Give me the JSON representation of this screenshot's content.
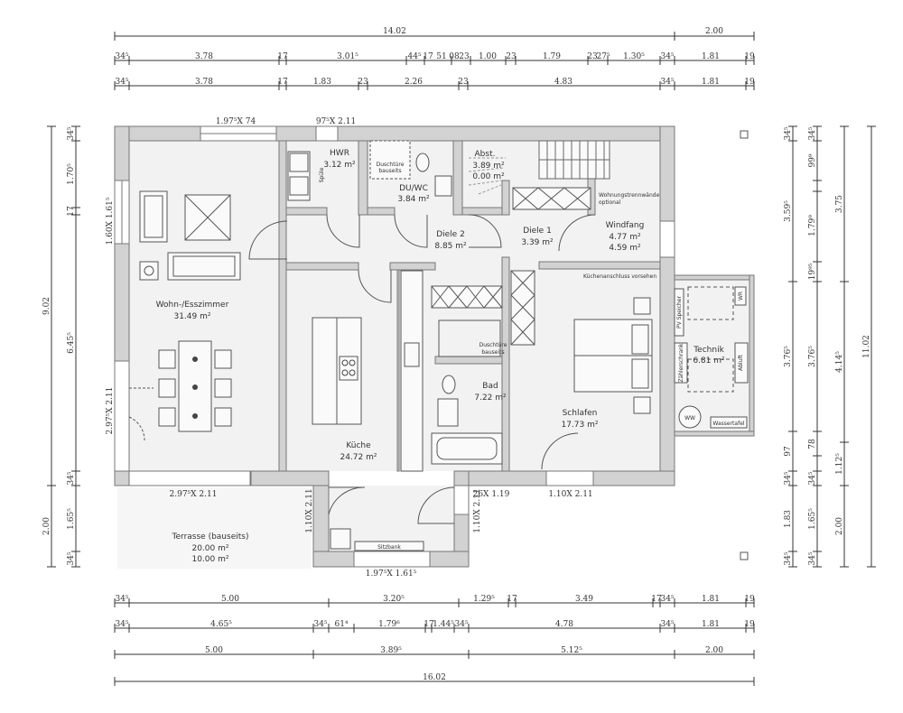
{
  "dims_top": {
    "row1": [
      "14.02",
      "2.00"
    ],
    "row2": [
      "34⁵",
      "3.78",
      "17",
      "3.01⁵",
      "44⁵",
      "17",
      "51",
      "08",
      "23",
      "1.00",
      "23",
      "1.79",
      "23",
      "27⁵",
      "1.30⁵",
      "34⁵",
      "1.81",
      "19"
    ],
    "row3": [
      "34⁵",
      "3.78",
      "17",
      "1.83",
      "23",
      "2.26",
      "23",
      "4.83",
      "34⁵",
      "1.81",
      "19"
    ]
  },
  "dims_bottom": {
    "row1": [
      "34⁵",
      "5.00",
      "3.20⁵",
      "1.29⁵",
      "17",
      "3.49",
      "17",
      "34⁵",
      "1.81",
      "19"
    ],
    "row2": [
      "34⁵",
      "4.65⁵",
      "34⁵",
      "61⁴",
      "1.79⁶",
      "17",
      "1.44⁵",
      "34⁵",
      "4.78",
      "34⁵",
      "1.81",
      "19"
    ],
    "row3": [
      "5.00",
      "3.89⁵",
      "5.12⁵",
      "2.00"
    ],
    "row4": [
      "16.02"
    ]
  },
  "dims_left": {
    "outer": [
      "9.02",
      "2.00"
    ],
    "inner": [
      "34⁵",
      "1.70⁵",
      "17",
      "6.45⁵",
      "34⁵",
      "1.65⁵",
      "34⁵"
    ]
  },
  "dims_right": {
    "col1": [
      "34⁵",
      "3.59⁵",
      "3.76⁵",
      "97",
      "34⁵",
      "1.83",
      "34⁵"
    ],
    "col2": [
      "34⁵",
      "99⁹",
      "1.79⁹",
      "19⁹⁵",
      "3.76⁵",
      "78",
      "34⁵",
      "1.65⁵",
      "34⁵"
    ],
    "col3": [
      "3.75",
      "4.14⁵",
      "1.12⁵",
      "2.00"
    ],
    "col4": [
      "11.02"
    ]
  },
  "openings": {
    "o1": "1.97⁵X 74",
    "o2": "97⁵X 2.11",
    "o3": "1.60X 1.61⁵",
    "o4": "2.97⁵X 2.11",
    "o5": "2.97⁵X 2.11",
    "o6": "1.10X 2.11",
    "o7": "1.97⁵X 1.61⁵",
    "o8": "1.10X 2.11",
    "o9": "26X 1.19",
    "o10": "1.10X 2.11"
  },
  "rooms": {
    "hwr": {
      "name": "HWR",
      "area": "3.12 m²"
    },
    "duwc": {
      "name": "DU/WC",
      "area": "3.84 m²"
    },
    "abst": {
      "name": "Abst.",
      "area1": "3.89 m²",
      "area2": "0.00 m²"
    },
    "diele2": {
      "name": "Diele 2",
      "area": "8.85 m²"
    },
    "diele1": {
      "name": "Diele 1",
      "area": "3.39 m²"
    },
    "windfang": {
      "name": "Windfang",
      "area1": "4.77 m²",
      "area2": "4.59 m²"
    },
    "wohn": {
      "name": "Wohn-/Esszimmer",
      "area": "31.49 m²"
    },
    "kueche": {
      "name": "Küche",
      "area": "24.72 m²"
    },
    "bad": {
      "name": "Bad",
      "area": "7.22 m²"
    },
    "schlafen": {
      "name": "Schlafen",
      "area": "17.73 m²"
    },
    "technik": {
      "name": "Technik",
      "area": "6.81 m²"
    },
    "terrasse": {
      "name": "Terrasse (bauseits)",
      "area1": "20.00 m²",
      "area2": "10.00 m²"
    }
  },
  "notes": {
    "dusch1a": "Duschtüre",
    "dusch1b": "bauseits",
    "dusch2a": "Duschtüre",
    "dusch2b": "bauseits",
    "wohnungs1": "Wohnungstrennwände",
    "wohnungs2": "optional",
    "kuechenanschluss": "Küchenanschluss vorsehen",
    "sitzbank": "Sitzbank",
    "wassertafel": "Wassertafel",
    "pv": "PV Speicher",
    "wr": "WR",
    "zaehler": "Zählerschrank",
    "abluft": "Abluft",
    "spuele": "Spüle",
    "ww": "WW"
  }
}
